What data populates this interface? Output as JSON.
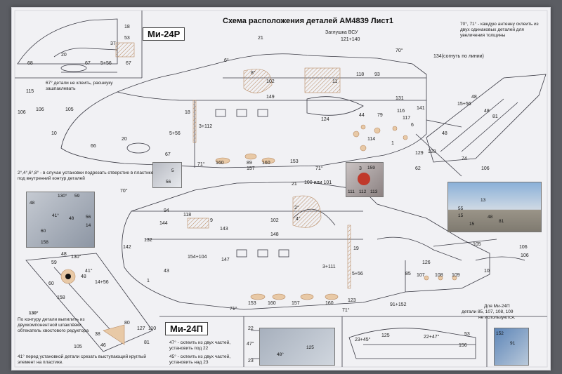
{
  "sheet": {
    "title": "Схема расположения  деталей  АМ4839  Лист1",
    "model_top": "Ми-24Р",
    "model_bottom": "Ми-24П"
  },
  "notes": {
    "antenna": "70°, 71° - каждую антенну склеить из двух одинаковых деталей для увеличения толщины",
    "glue_67": "67° детали не клеить, расшкуку зашпаклевать",
    "holes": "2°,4°,6°,8° - в случае установки подрезать отверстие в пластике под внутренний контур деталей",
    "p130_a": "130°",
    "p130_b": "По контуру детали выпилить из двухкомпонентной шпаклёвки обтекатель хвостового редуктора",
    "p41": "41° перед установкой детали срезать выступающий круглый элемент на пластике.",
    "p47": "47° - склеить из двух частей, установить под 22",
    "p45": "45° - склеить из двух частей, установить над 23",
    "mi24p_a": "Для Ми-24П",
    "mi24p_b": "детали 85, 107, 108, 109",
    "mi24p_c": "не используются.",
    "apu": "Заглушка ВСУ",
    "bend": "134(согнуть по линии)",
    "or": "100 или 101"
  },
  "labels": {
    "t1": "18",
    "t2": "53",
    "t3": "37",
    "t4": "5+56",
    "t5": "67",
    "t6": "67",
    "t7": "20",
    "t8": "68",
    "t9": "115",
    "t10": "21",
    "t11": "121+140",
    "t12": "70°",
    "t13": "6°",
    "t14": "8°",
    "t15": "102",
    "t16": "149",
    "t17": "11",
    "t18": "118",
    "t19": "93",
    "t20": "131",
    "t21": "141",
    "t22": "116",
    "t23": "117",
    "t24": "6",
    "t25": "79",
    "t26": "44",
    "t27": "114",
    "t28": "124",
    "t29": "106",
    "t30": "106",
    "t31": "105",
    "t32": "18",
    "t33": "3+112",
    "t34": "5+56",
    "t35": "10",
    "t36": "66",
    "t37": "20",
    "t38": "67",
    "t39": "71°",
    "t40": "160",
    "t41": "157",
    "t42": "89",
    "t43": "160",
    "t44": "153",
    "t45": "71°",
    "t46": "1",
    "t47": "48",
    "t48": "15+56",
    "t49": "48",
    "t50": "81",
    "t51": "48",
    "t52": "129",
    "t53": "128",
    "t54": "62",
    "t55": "74",
    "t56": "106",
    "t57": "3",
    "t58": "159",
    "t59": "111",
    "t60": "112",
    "t61": "113",
    "t62": "5",
    "t63": "56",
    "t64": "130°",
    "t65": "59",
    "t66": "48",
    "t67": "41°",
    "t68": "48",
    "t69": "56",
    "t70": "14",
    "t71": "60",
    "t72": "158",
    "t73": "70°",
    "t74": "94",
    "t75": "118",
    "t76": "144",
    "t77": "9",
    "t78": "143",
    "t79": "2°",
    "t80": "4°",
    "t81": "102",
    "t82": "148",
    "t83": "132",
    "t84": "142",
    "t85": "154+104",
    "t86": "147",
    "t87": "43",
    "t88": "1",
    "t89": "19",
    "t90": "3+111",
    "t91": "5+56",
    "t92": "126",
    "t93": "85",
    "t94": "107",
    "t95": "108",
    "t96": "109",
    "t97": "10",
    "t98": "105",
    "t99": "106",
    "t100": "106",
    "t101": "71°",
    "t102": "153",
    "t103": "160",
    "t104": "157",
    "t105": "160",
    "t106": "71°",
    "t107": "123",
    "t108": "91+152",
    "t109": "48",
    "t110": "130°",
    "t111": "59",
    "t112": "41°",
    "t113": "48",
    "t114": "14+56",
    "t115": "60",
    "t116": "158",
    "t117": "80",
    "t118": "127",
    "t119": "110",
    "t120": "81",
    "t121": "38",
    "t122": "46",
    "t123": "105",
    "t124": "22",
    "t125": "47°",
    "t126": "23",
    "t127": "125",
    "t128": "48°",
    "t129": "23+45°",
    "t130": "125",
    "t131": "22+47°",
    "t132": "53",
    "t133": "156",
    "t134": "13",
    "t135": "48",
    "t136": "15",
    "t137": "81",
    "t138": "152",
    "t139": "91",
    "t140": "21",
    "t141": "15",
    "t142": "55"
  },
  "colors": {
    "paper": "#f1f1f4",
    "line": "#3a3a44",
    "part": "#e8c9a6",
    "part_edge": "#b88a62",
    "background": "#5b5d63"
  }
}
